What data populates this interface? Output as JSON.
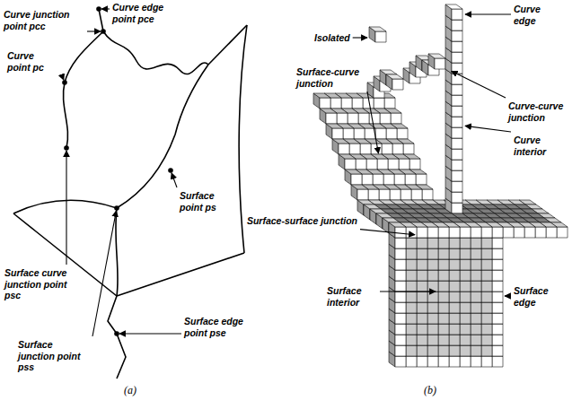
{
  "diagram": {
    "labels": [
      "Curve edge point pce",
      "Curve junction point pcc",
      "Curve point pc",
      "Surface point ps",
      "Surface curve junction point psc",
      "Surface edge point pse",
      "Surface junction point pss",
      "(a)",
      "Curve edge",
      "Isolated",
      "Surface-curve junction",
      "Curve-curve junction",
      "Curve interior",
      "Surface-surface junction",
      "Surface interior",
      "Surface edge",
      "(b)"
    ]
  }
}
